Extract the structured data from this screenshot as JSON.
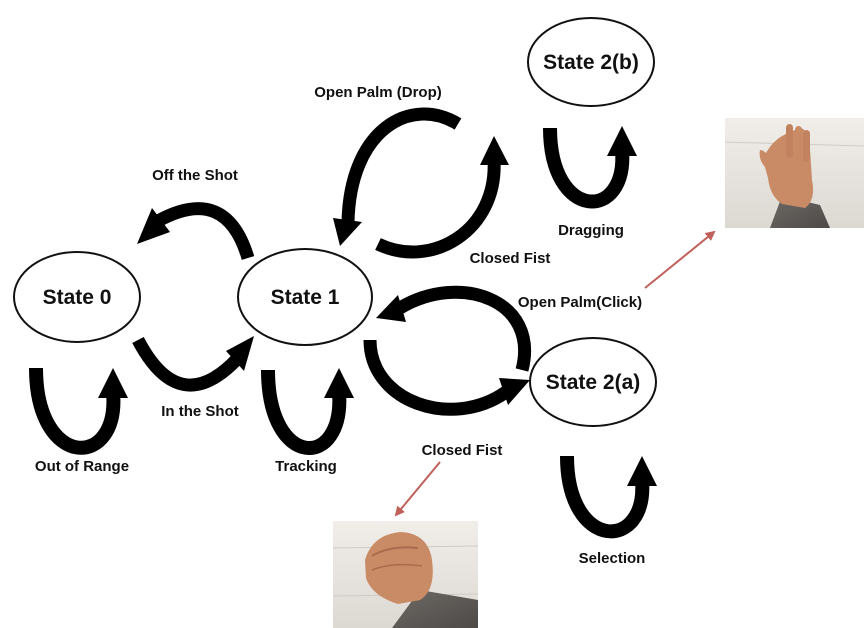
{
  "states": {
    "s0": "State 0",
    "s1": "State 1",
    "s2a": "State 2(a)",
    "s2b": "State 2(b)"
  },
  "transitions": {
    "off_the_shot": "Off the Shot",
    "in_the_shot": "In the Shot",
    "out_of_range": "Out of Range",
    "tracking": "Tracking",
    "open_palm_drop": "Open Palm (Drop)",
    "closed_fist_top": "Closed Fist",
    "dragging": "Dragging",
    "open_palm_click": "Open Palm(Click)",
    "closed_fist_bottom": "Closed Fist",
    "selection": "Selection"
  },
  "photos": {
    "open_palm": "open-palm-hand-photo",
    "closed_fist": "closed-fist-hand-photo"
  },
  "colors": {
    "arrow": "#000000",
    "pointer": "#c0605a",
    "ellipse_stroke": "#111111",
    "photo_wall": "#e9e6e1",
    "skin": "#c98b66"
  }
}
